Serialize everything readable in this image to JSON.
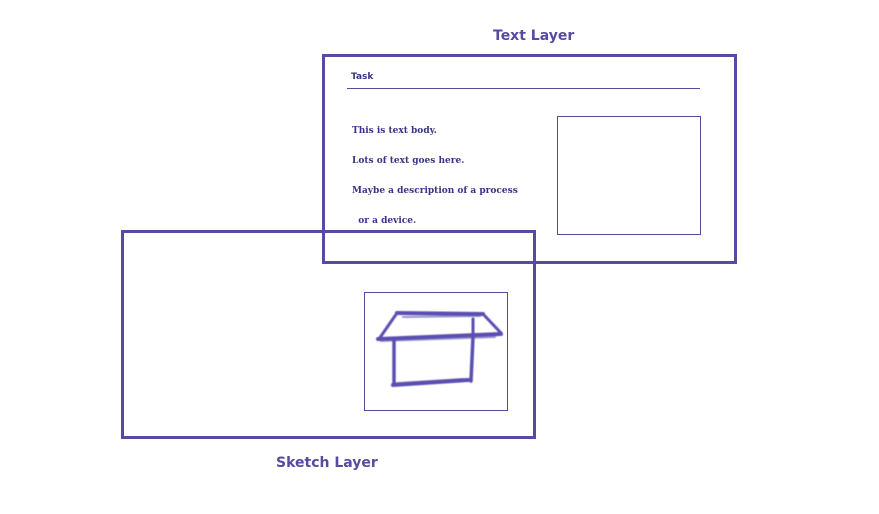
{
  "text_layer": {
    "title": "Text Layer",
    "task_heading": "Task",
    "body_lines": [
      "This is text body.",
      "Lots of text goes here.",
      "Maybe a description of a process",
      "  or a device."
    ]
  },
  "sketch_layer": {
    "title": "Sketch Layer",
    "sketch_icon": "box-sketch-icon"
  },
  "colors": {
    "frame": "#564aa2",
    "text": "#3b3486",
    "sketch_stroke": "#5a4fb0"
  }
}
